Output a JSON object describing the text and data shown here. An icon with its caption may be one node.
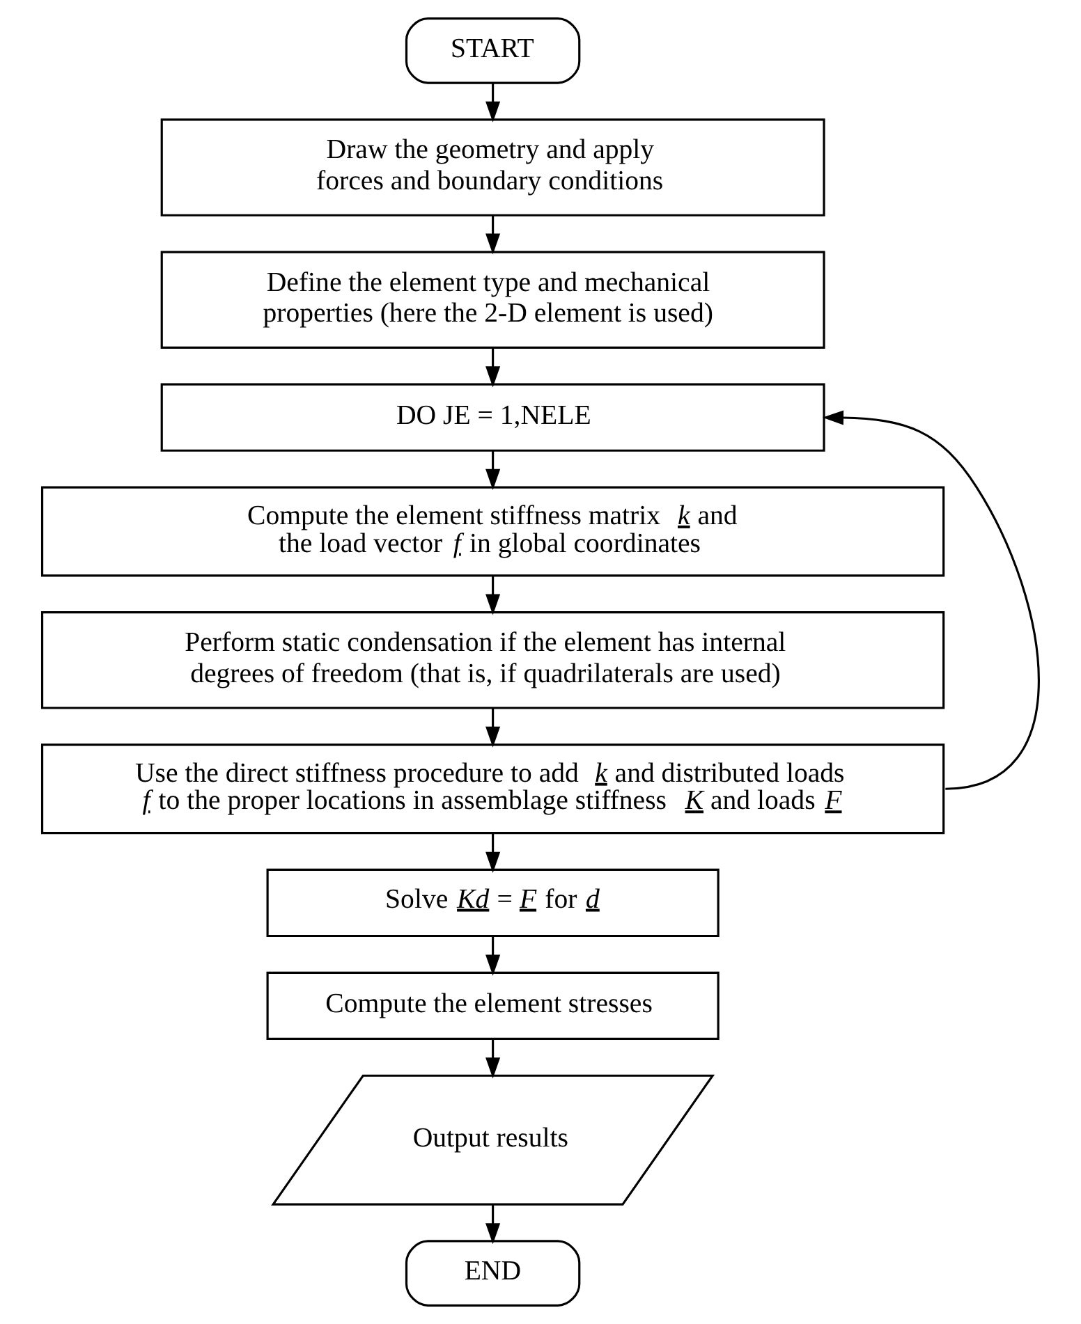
{
  "diagram": {
    "nodes": [
      {
        "text": [
          "START"
        ]
      },
      {
        "text": [
          "Draw the geometry and apply forces and boundary conditions"
        ]
      },
      {
        "text": [
          "Define the element type and mechanical properties (here the 2-D element is used)"
        ]
      },
      {
        "text": [
          "DO JE = 1,NELE"
        ]
      },
      {
        "text": [
          "Compute the element stiffness matrix *k* and the load vector *f* in global coordinates"
        ]
      },
      {
        "text": [
          "Perform static condensation if the element has internal degrees of freedom (that is, if quadrilaterals are used)"
        ]
      },
      {
        "text": [
          "Use the direct stiffness procedure to add *k* and distributed loads *f* to the proper locations in assemblage stiffness *K* and loads *F*"
        ]
      },
      {
        "text": [
          "Solve *Kd* = *F* for *d*"
        ]
      },
      {
        "text": [
          "Compute the element stresses"
        ]
      },
      {
        "text": [
          "Output results"
        ]
      },
      {
        "text": [
          "END"
        ]
      }
    ],
    "edges": [
      {
        "from": 0,
        "to": 1,
        "arrow": "to"
      },
      {
        "from": 1,
        "to": 2,
        "arrow": "to"
      },
      {
        "from": 2,
        "to": 3,
        "arrow": "to"
      },
      {
        "from": 3,
        "to": 4,
        "arrow": "to"
      },
      {
        "from": 4,
        "to": 5,
        "arrow": "to"
      },
      {
        "from": 5,
        "to": 6,
        "arrow": "to"
      },
      {
        "from": 6,
        "to": 3,
        "arrow": "to"
      },
      {
        "from": 6,
        "to": 7,
        "arrow": "to"
      },
      {
        "from": 7,
        "to": 8,
        "arrow": "to"
      },
      {
        "from": 8,
        "to": 9,
        "arrow": "to"
      },
      {
        "from": 9,
        "to": 10,
        "arrow": "to"
      }
    ]
  }
}
